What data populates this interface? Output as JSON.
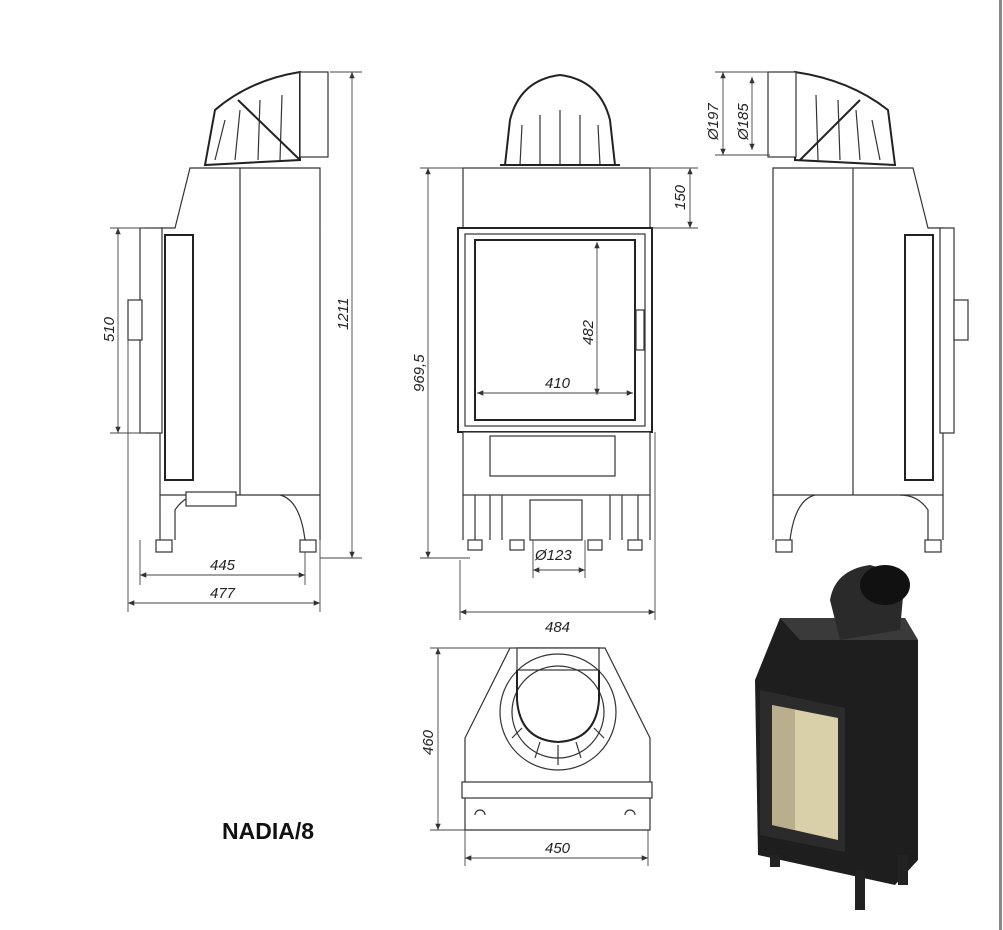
{
  "model_name": "NADIA/8",
  "dimensions": {
    "side_door_height": "510",
    "total_height": "1211",
    "side_depth_inner": "445",
    "side_depth_outer": "477",
    "front_height": "969,5",
    "top_cap_height": "150",
    "glass_height": "482",
    "glass_width": "410",
    "air_inlet_diameter": "Ø123",
    "front_width": "484",
    "flue_outer_diameter": "Ø197",
    "flue_inner_diameter": "Ø185",
    "top_depth": "460",
    "top_width": "450"
  },
  "colors": {
    "body": "#1e1e1e",
    "glass": "#d9cfa8",
    "lines": "#333333"
  }
}
